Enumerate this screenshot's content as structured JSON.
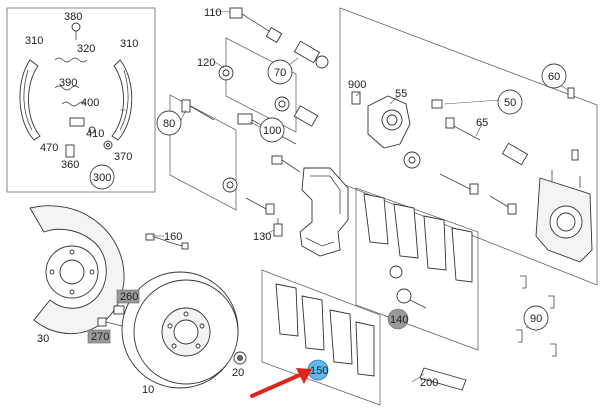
{
  "labels": {
    "l10": "10",
    "l20": "20",
    "l30": "30",
    "l50": "50",
    "l55": "55",
    "l60": "60",
    "l65": "65",
    "l70": "70",
    "l80": "80",
    "l90": "90",
    "l100": "100",
    "l110": "110",
    "l120": "120",
    "l130": "130",
    "l140": "140",
    "l150": "150",
    "l160": "160",
    "l200": "200",
    "l260": "260",
    "l270": "270",
    "l300": "300",
    "l310a": "310",
    "l310b": "310",
    "l320": "320",
    "l360": "360",
    "l370": "370",
    "l380": "380",
    "l390": "390",
    "l400": "400",
    "l410": "410",
    "l470": "470",
    "l900": "900"
  },
  "colors": {
    "highlight_blue": "#5fb8e6",
    "highlight_grey": "#9a9a9a",
    "arrow_red": "#e0231c"
  }
}
